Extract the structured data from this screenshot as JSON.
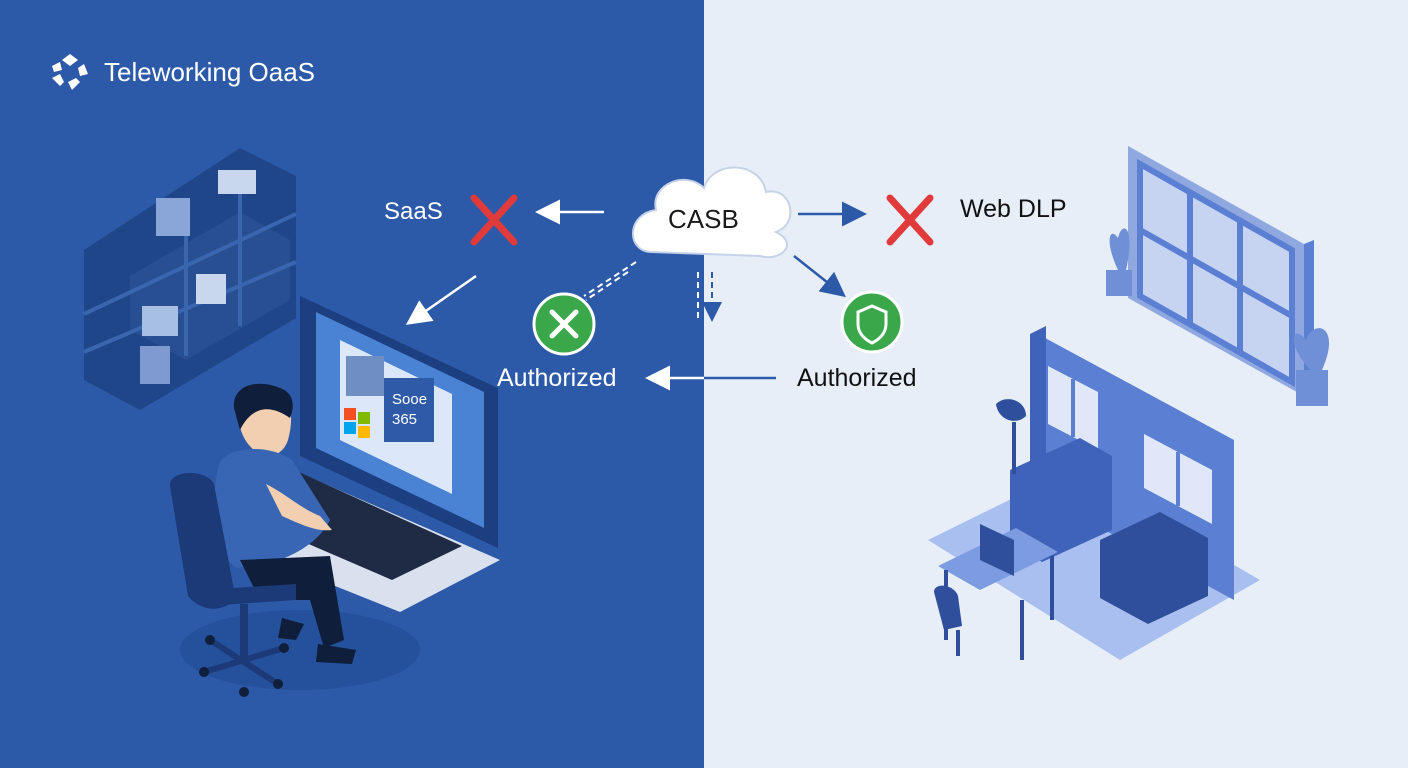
{
  "brand": {
    "title": "Teleworking OaaS",
    "icon": "brand-logo-icon"
  },
  "center": {
    "label": "CASB",
    "icon": "cloud-icon"
  },
  "left_branch": {
    "label": "SaaS",
    "status_icon": "red-x-icon"
  },
  "right_branch": {
    "label": "Web DLP",
    "status_icon": "red-x-icon"
  },
  "authorized_left": {
    "label": "Authorized",
    "icon": "green-circle-x-icon"
  },
  "authorized_right": {
    "label": "Authorized",
    "icon": "green-shield-icon"
  },
  "laptop_screen": {
    "line1": "Sooe",
    "line2": "365"
  },
  "colors": {
    "left_bg": "#2c5aa8",
    "right_bg": "#e8eef8",
    "deny_red": "#e03a3a",
    "allow_green": "#3aa84a",
    "arrow_white": "#ffffff",
    "arrow_blue": "#2c5aa8"
  }
}
